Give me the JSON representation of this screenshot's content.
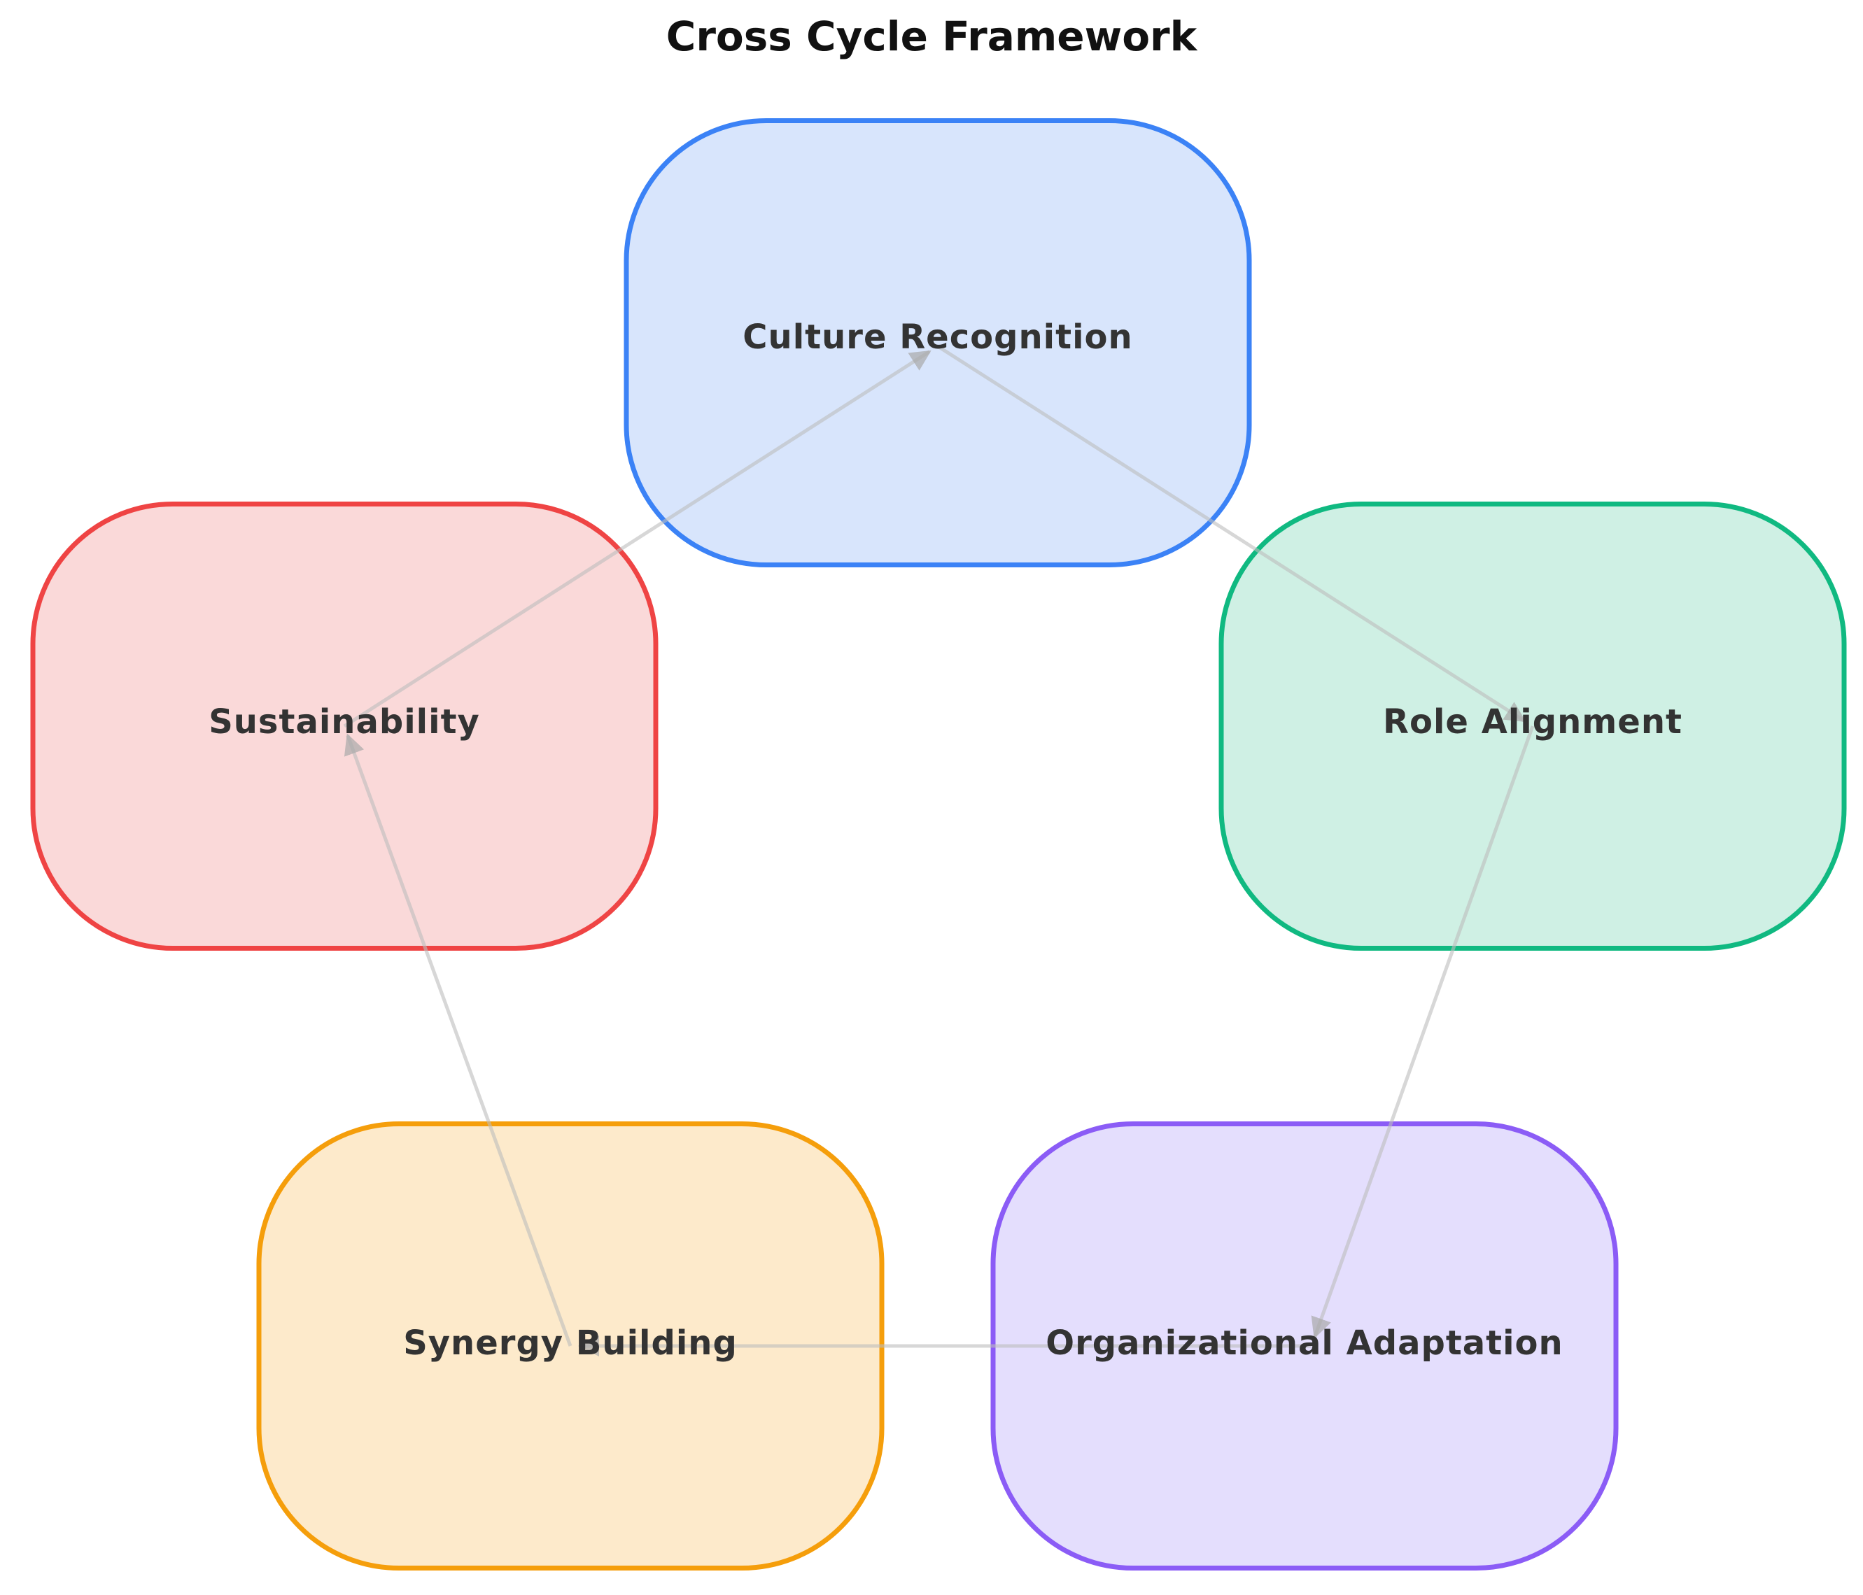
{
  "diagram": {
    "title": "Cross Cycle Framework",
    "nodes": [
      {
        "id": "culture",
        "label": "Culture Recognition",
        "stroke": "#3B82F6",
        "fill": "#D8E5FC"
      },
      {
        "id": "role",
        "label": "Role Alignment",
        "stroke": "#10B981",
        "fill": "#CFF0E4"
      },
      {
        "id": "org",
        "label": "Organizational Adaptation",
        "stroke": "#8B5CF6",
        "fill": "#E4DEFD"
      },
      {
        "id": "synergy",
        "label": "Synergy Building",
        "stroke": "#F59E0B",
        "fill": "#FDEACB"
      },
      {
        "id": "sustain",
        "label": "Sustainability",
        "stroke": "#EF4444",
        "fill": "#FAD9D9"
      }
    ],
    "edges": [
      {
        "from": "culture",
        "to": "role"
      },
      {
        "from": "role",
        "to": "org"
      },
      {
        "from": "org",
        "to": "synergy"
      },
      {
        "from": "synergy",
        "to": "sustain"
      },
      {
        "from": "sustain",
        "to": "culture"
      }
    ],
    "edge_color": "#BDBDBD"
  }
}
